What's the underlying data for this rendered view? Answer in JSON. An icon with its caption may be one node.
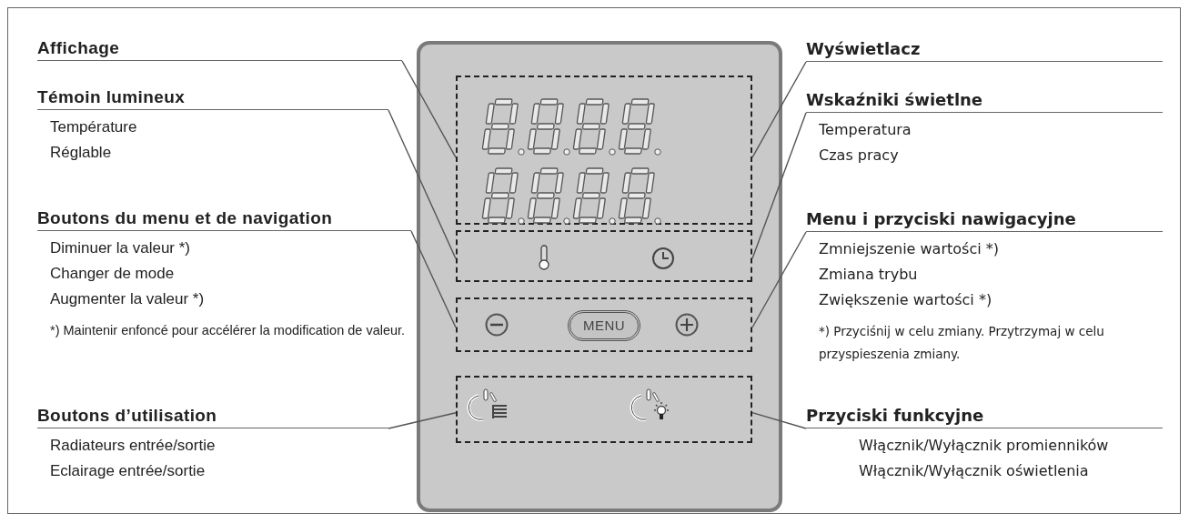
{
  "diagram": {
    "nodes": [
      {
        "text": [
          "Affichage"
        ]
      },
      {
        "text": [
          "Témoin lumineux",
          "Température",
          "Réglable"
        ]
      },
      {
        "text": [
          "Boutons du menu et de navigation",
          "Diminuer la valeur *)",
          "Changer de mode",
          "Augmenter la valeur *)",
          "*) Maintenir enfoncé pour accélérer la modification de valeur."
        ]
      },
      {
        "text": [
          "Boutons d’utilisation",
          "Radiateurs entrée/sortie",
          "Eclairage entrée/sortie"
        ]
      },
      {
        "text": [
          "Wyświetlacz"
        ]
      },
      {
        "text": [
          "Wskaźniki świetlne",
          "Temperatura",
          "Czas pracy"
        ]
      },
      {
        "text": [
          "Menu i przyciski nawigacyjne",
          "Zmniejszenie wartości *)",
          "Zmiana trybu",
          "Zwiększenie wartości *)",
          "*) Przyciśnij w celu zmiany. Przytrzymaj w celu przyspieszenia zmiany."
        ]
      },
      {
        "text": [
          "Przyciski funkcyjne",
          "Włącznik/Wyłącznik promienników",
          "Włącznik/Wyłącznik oświetlenia"
        ]
      },
      {
        "text": [],
        "shape": "box"
      },
      {
        "text": [],
        "shape": "box"
      },
      {
        "text": [],
        "shape": "box"
      },
      {
        "text": [],
        "shape": "box"
      },
      {
        "text": [
          "MENU"
        ],
        "in": 10
      }
    ],
    "edges": [
      {
        "from": 0,
        "to": 8,
        "arrow": "none"
      },
      {
        "from": 1,
        "to": 9,
        "arrow": "none"
      },
      {
        "from": 2,
        "to": 10,
        "arrow": "none"
      },
      {
        "from": 3,
        "to": 11,
        "arrow": "none"
      },
      {
        "from": 4,
        "to": 8,
        "arrow": "none"
      },
      {
        "from": 5,
        "to": 9,
        "arrow": "none"
      },
      {
        "from": 6,
        "to": 10,
        "arrow": "none"
      },
      {
        "from": 7,
        "to": 11,
        "arrow": "none"
      }
    ]
  }
}
